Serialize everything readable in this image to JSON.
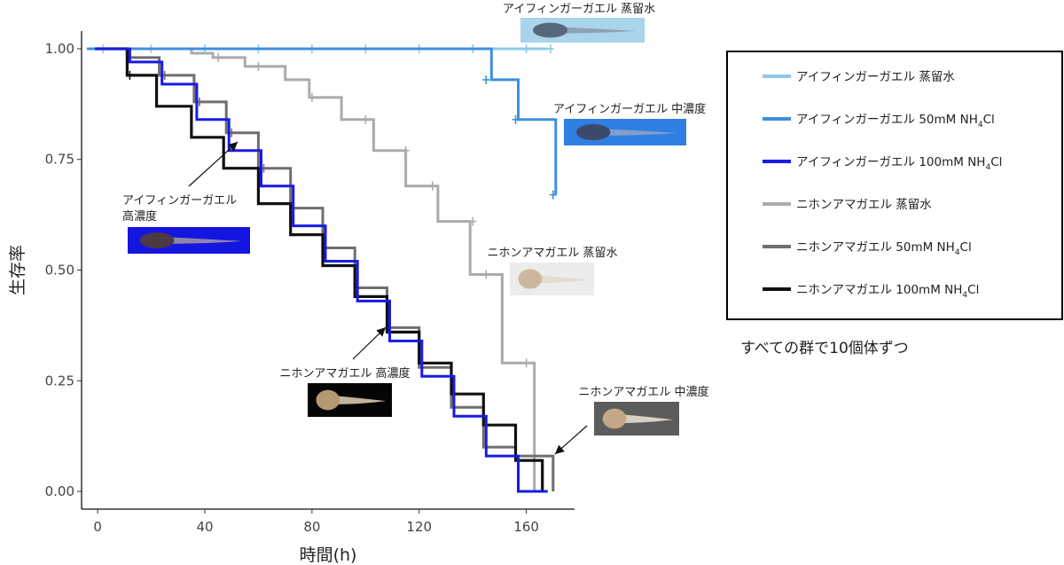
{
  "chart_data": {
    "type": "line",
    "subtype": "kaplan-meier-step",
    "xlabel": "時間(h)",
    "ylabel": "生存率",
    "xlim": [
      -6,
      178
    ],
    "ylim": [
      -0.04,
      1.04
    ],
    "xticks": [
      0,
      40,
      80,
      120,
      160
    ],
    "yticks": [
      0.0,
      0.25,
      0.5,
      0.75,
      1.0
    ],
    "ytick_labels": [
      "0.00",
      "0.25",
      "0.50",
      "0.75",
      "1.00"
    ],
    "grid": false,
    "legend_position": "right",
    "series": [
      {
        "name": "アイフィンガーガエル 蒸留水",
        "color": "#8fc8e6",
        "width": 3,
        "x": [
          -4,
          168
        ],
        "y": [
          1.0,
          1.0
        ],
        "censor": [
          [
            2,
            1.0
          ],
          [
            20,
            1.0
          ],
          [
            40,
            1.0
          ],
          [
            60,
            1.0
          ],
          [
            80,
            1.0
          ],
          [
            100,
            1.0
          ],
          [
            120,
            1.0
          ],
          [
            140,
            1.0
          ],
          [
            160,
            1.0
          ],
          [
            169,
            1.0
          ]
        ]
      },
      {
        "name": "アイフィンガーガエル 50mM NH4Cl",
        "color": "#3d8fe0",
        "width": 3,
        "x": [
          -4,
          147,
          147,
          157,
          157,
          171,
          171
        ],
        "y": [
          1.0,
          1.0,
          0.93,
          0.93,
          0.84,
          0.84,
          0.67
        ],
        "censor": [
          [
            145,
            0.93
          ],
          [
            156,
            0.84
          ],
          [
            170,
            0.67
          ]
        ]
      },
      {
        "name": "アイフィンガーガエル 100mM NH4Cl",
        "color": "#1a1ae6",
        "width": 3,
        "x": [
          -1,
          12,
          12,
          24,
          24,
          37,
          37,
          49,
          49,
          61,
          61,
          73,
          73,
          85,
          85,
          97,
          97,
          109,
          109,
          121,
          121,
          133,
          133,
          145,
          145,
          157,
          157,
          168,
          168
        ],
        "y": [
          1.0,
          1.0,
          0.97,
          0.97,
          0.92,
          0.92,
          0.84,
          0.84,
          0.77,
          0.77,
          0.69,
          0.69,
          0.6,
          0.6,
          0.52,
          0.52,
          0.43,
          0.43,
          0.34,
          0.34,
          0.26,
          0.26,
          0.17,
          0.17,
          0.08,
          0.08,
          0.0,
          0.0,
          0.0
        ],
        "censor": []
      },
      {
        "name": "ニホンアマガエル 蒸留水",
        "color": "#ababab",
        "width": 3,
        "x": [
          -1,
          35,
          35,
          43,
          43,
          55,
          55,
          70,
          70,
          79,
          79,
          91,
          91,
          103,
          103,
          115,
          115,
          127,
          127,
          139,
          139,
          151,
          151,
          163,
          163
        ],
        "y": [
          1.0,
          1.0,
          0.99,
          0.99,
          0.98,
          0.98,
          0.96,
          0.96,
          0.93,
          0.93,
          0.89,
          0.89,
          0.84,
          0.84,
          0.77,
          0.77,
          0.69,
          0.69,
          0.61,
          0.61,
          0.49,
          0.49,
          0.29,
          0.29,
          0.0
        ],
        "censor": [
          [
            45,
            0.98
          ],
          [
            60,
            0.96
          ],
          [
            80,
            0.89
          ],
          [
            100,
            0.84
          ],
          [
            115,
            0.77
          ],
          [
            125,
            0.69
          ],
          [
            140,
            0.61
          ],
          [
            145,
            0.49
          ],
          [
            160,
            0.29
          ]
        ]
      },
      {
        "name": "ニホンアマガエル 50mM NH4Cl",
        "color": "#6e6e6e",
        "width": 3,
        "x": [
          -1,
          11,
          11,
          23,
          23,
          36,
          36,
          48,
          48,
          60,
          60,
          72,
          72,
          84,
          84,
          96,
          96,
          108,
          108,
          120,
          120,
          132,
          132,
          144,
          144,
          156,
          156,
          170,
          170
        ],
        "y": [
          1.0,
          1.0,
          0.98,
          0.98,
          0.94,
          0.94,
          0.88,
          0.88,
          0.81,
          0.81,
          0.73,
          0.73,
          0.64,
          0.64,
          0.55,
          0.55,
          0.46,
          0.46,
          0.37,
          0.37,
          0.28,
          0.28,
          0.19,
          0.19,
          0.1,
          0.1,
          0.08,
          0.08,
          0.0
        ],
        "censor": [
          [
            12,
            0.98
          ],
          [
            25,
            0.94
          ],
          [
            38,
            0.88
          ],
          [
            50,
            0.81
          ],
          [
            62,
            0.73
          ]
        ]
      },
      {
        "name": "ニホンアマガエル 100mM NH4Cl",
        "color": "#111111",
        "width": 3.2,
        "x": [
          -1,
          11,
          11,
          22,
          22,
          35,
          35,
          47,
          47,
          60,
          60,
          72,
          72,
          84,
          84,
          96,
          96,
          108,
          108,
          120,
          120,
          132,
          132,
          144,
          144,
          156,
          156,
          166,
          166
        ],
        "y": [
          1.0,
          1.0,
          0.94,
          0.94,
          0.87,
          0.87,
          0.8,
          0.8,
          0.73,
          0.73,
          0.65,
          0.65,
          0.58,
          0.58,
          0.51,
          0.51,
          0.44,
          0.44,
          0.36,
          0.36,
          0.29,
          0.29,
          0.22,
          0.22,
          0.15,
          0.15,
          0.07,
          0.07,
          0.0
        ],
        "censor": [
          [
            12,
            0.94
          ]
        ]
      }
    ],
    "annotations": [
      {
        "lines": [
          "アイフィンガーガエル 蒸留水"
        ]
      },
      {
        "lines": [
          "アイフィンガーガエル 中濃度"
        ]
      },
      {
        "lines": [
          "アイフィンガーガエル",
          "高濃度"
        ]
      },
      {
        "lines": [
          "ニホンアマガエル 蒸留水"
        ]
      },
      {
        "lines": [
          "ニホンアマガエル 高濃度"
        ]
      },
      {
        "lines": [
          "ニホンアマガエル 中濃度"
        ]
      }
    ],
    "legend": [
      {
        "label": "アイフィンガーガエル 蒸留水",
        "color": "#8fc8e6"
      },
      {
        "label": "アイフィンガーガエル 50mM NH4Cl",
        "color": "#3d8fe0"
      },
      {
        "label": "アイフィンガーガエル 100mM NH4Cl",
        "color": "#1a1ae6"
      },
      {
        "label": "ニホンアマガエル 蒸留水",
        "color": "#ababab"
      },
      {
        "label": "ニホンアマガエル 50mM NH4Cl",
        "color": "#6e6e6e"
      },
      {
        "label": "ニホンアマガエル 100mM NH4Cl",
        "color": "#111111"
      }
    ],
    "note": "すべての群で10個体ずつ",
    "photos": [
      {
        "name": "tadpole-photo-aifinga-distilled",
        "bg": "#a9d4ec",
        "body": "#56677c",
        "tail": "#8a9bb0"
      },
      {
        "name": "tadpole-photo-aifinga-medium",
        "bg": "#2f7fe3",
        "body": "#3b4a6a",
        "tail": "#8ea2c7"
      },
      {
        "name": "tadpole-photo-aifinga-high",
        "bg": "#1515e0",
        "body": "#4b3a44",
        "tail": "#9a8fa6"
      },
      {
        "name": "tadpole-photo-nihon-distilled",
        "bg": "#ececec",
        "body": "#cbb79b",
        "tail": "#e3dacb"
      },
      {
        "name": "tadpole-photo-nihon-high",
        "bg": "#050505",
        "body": "#b59870",
        "tail": "#d8c8ae"
      },
      {
        "name": "tadpole-photo-nihon-medium",
        "bg": "#5c5c5c",
        "body": "#c2a888",
        "tail": "#e6ddd0"
      }
    ]
  }
}
